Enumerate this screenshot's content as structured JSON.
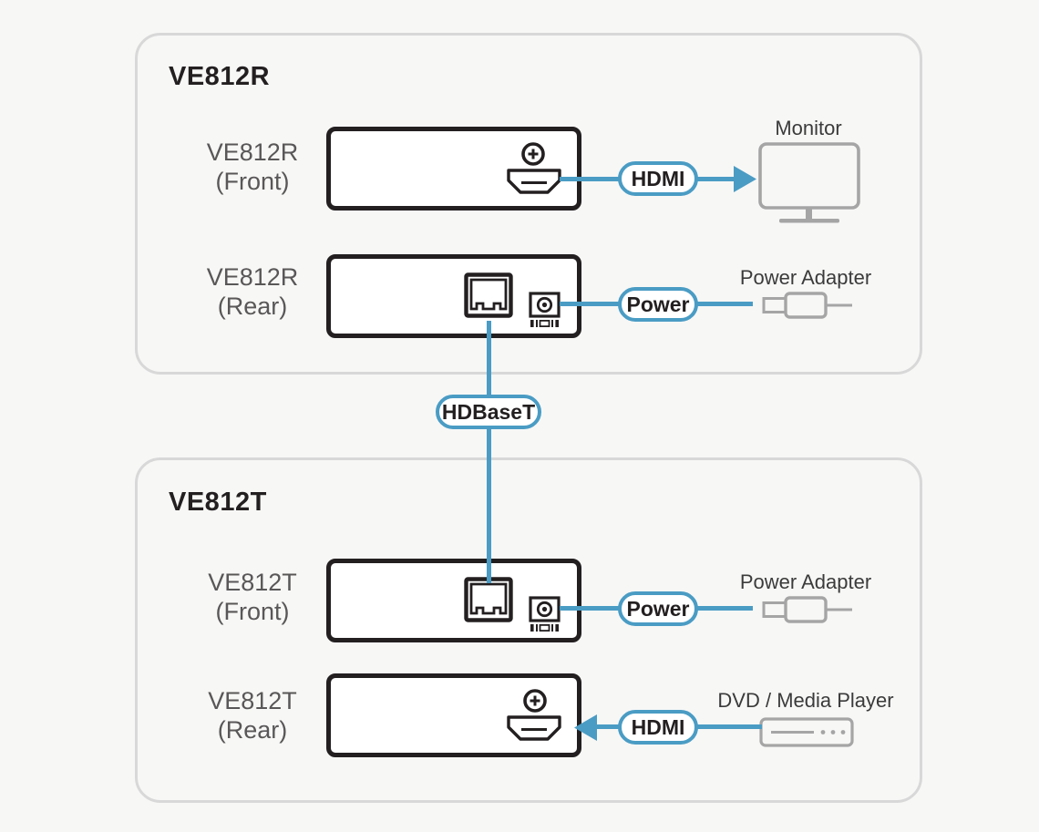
{
  "page": {
    "background": "#F7F7F6"
  },
  "colors": {
    "accent_blue": "#4A9CC4",
    "device_outline": "#231F20",
    "panel_border": "#D8D8D8",
    "row_label_gray": "#595757",
    "peripheral_icon_gray": "#A5A5A5",
    "badge_text": "#231F20"
  },
  "link": {
    "badge": "HDBaseT"
  },
  "panels": [
    {
      "title": "VE812R",
      "rows": [
        {
          "label": {
            "line1": "VE812R",
            "line2": "(Front)"
          },
          "badge": "HDMI",
          "arrow": "right",
          "port_icons": [
            "screw-icon",
            "hdmi-port-icon"
          ],
          "peripheral": "Monitor",
          "peripheral_icon": "monitor-icon"
        },
        {
          "label": {
            "line1": "VE812R",
            "line2": "(Rear)"
          },
          "badge": "Power",
          "arrow": "none",
          "port_icons": [
            "rj45-port-icon",
            "dc-jack-icon"
          ],
          "peripheral": "Power Adapter",
          "peripheral_icon": "power-adapter-icon"
        }
      ]
    },
    {
      "title": "VE812T",
      "rows": [
        {
          "label": {
            "line1": "VE812T",
            "line2": "(Front)"
          },
          "badge": "Power",
          "arrow": "none",
          "port_icons": [
            "rj45-port-icon",
            "dc-jack-icon"
          ],
          "peripheral": "Power Adapter",
          "peripheral_icon": "power-adapter-icon"
        },
        {
          "label": {
            "line1": "VE812T",
            "line2": "(Rear)"
          },
          "badge": "HDMI",
          "arrow": "left",
          "port_icons": [
            "screw-icon",
            "hdmi-port-icon"
          ],
          "peripheral": "DVD / Media Player",
          "peripheral_icon": "dvd-media-player-icon"
        }
      ]
    }
  ]
}
